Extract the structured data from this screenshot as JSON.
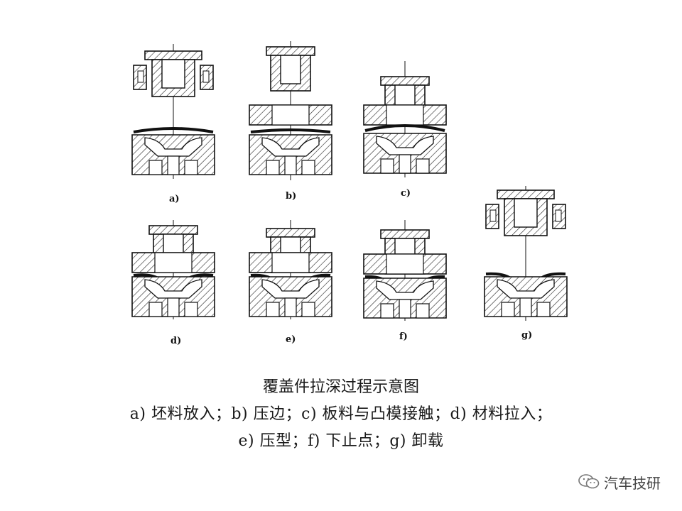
{
  "diagram": {
    "panels": [
      {
        "label": "a)"
      },
      {
        "label": "b)"
      },
      {
        "label": "c)"
      },
      {
        "label": "d)"
      },
      {
        "label": "e)"
      },
      {
        "label": "f)"
      },
      {
        "label": "g)"
      }
    ]
  },
  "caption": {
    "title": "覆盖件拉深过程示意图",
    "line1": "a) 坯料放入；b) 压边；c) 板料与凸模接触；d) 材料拉入；",
    "line2": "e) 压型；f) 下止点；g) 卸载"
  },
  "watermark": {
    "text": "汽车技研",
    "icon": "wechat-icon"
  }
}
